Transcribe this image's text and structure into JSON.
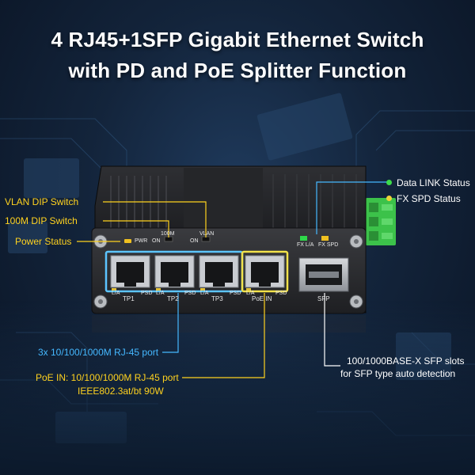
{
  "title": {
    "line1": "4 RJ45+1SFP Gigabit Ethernet Switch",
    "line2": "with PD and PoE Splitter Function"
  },
  "annotations": {
    "vlan_dip": "VLAN DIP Switch",
    "dip_100m": "100M DIP Switch",
    "power_status": "Power Status",
    "data_link": "Data LINK Status",
    "fx_spd": "FX SPD Status",
    "rj45_ports": "3x 10/100/1000M RJ-45 port",
    "poe_in_line1": "PoE IN: 10/100/1000M RJ-45 port",
    "poe_in_line2": "IEEE802.3at/bt 90W",
    "sfp_line1": "100/1000BASE-X SFP slots",
    "sfp_line2": "for SFP type auto detection"
  },
  "device_labels": {
    "pwr": "PWR",
    "label_100m": "100M",
    "vlan": "VLAN",
    "on1": "ON",
    "on2": "ON",
    "fx_la": "FX L/A",
    "fx_spd": "FX SPD",
    "tp1": "TP1",
    "tp2": "TP2",
    "tp3": "TP3",
    "poe_in": "PoE IN",
    "sfp": "SFP",
    "la": "L/A",
    "psd": "PSD"
  },
  "colors": {
    "annotation_yellow": "#ffd21f",
    "annotation_blue": "#45b8ff",
    "link_green": "#3ddc4a",
    "spd_yellow": "#f0d23a",
    "terminal_green": "#3cc24a"
  }
}
